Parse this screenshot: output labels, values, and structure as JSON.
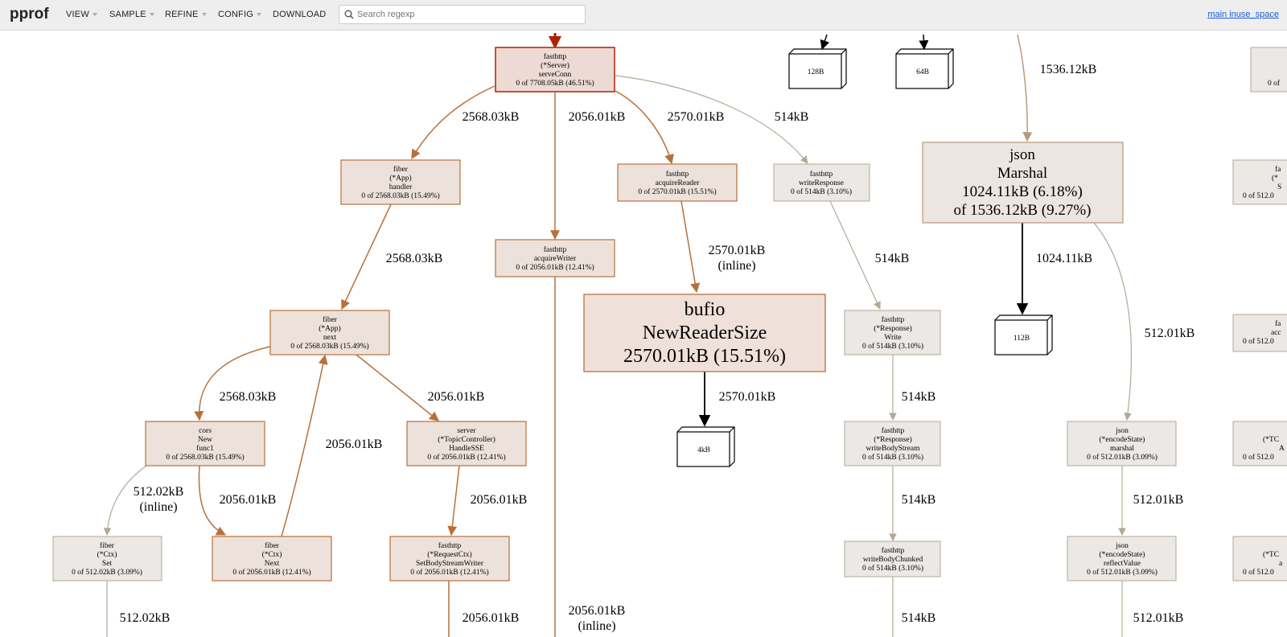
{
  "app": {
    "logo": "pprof",
    "menu": [
      {
        "label": "VIEW",
        "dropdown": true
      },
      {
        "label": "SAMPLE",
        "dropdown": true
      },
      {
        "label": "REFINE",
        "dropdown": true
      },
      {
        "label": "CONFIG",
        "dropdown": true
      },
      {
        "label": "DOWNLOAD",
        "dropdown": false
      }
    ],
    "search_placeholder": "Search regexp",
    "profile_label": "main inuse_space"
  },
  "graph": {
    "nodes": {
      "serveConn": {
        "lines": [
          "fasthttp",
          "(*Server)",
          "serveConn",
          "0 of 7708.05kB (46.51%)"
        ]
      },
      "handler": {
        "lines": [
          "fiber",
          "(*App)",
          "handler",
          "0 of 2568.03kB (15.49%)"
        ]
      },
      "acquireReader": {
        "lines": [
          "fasthttp",
          "acquireReader",
          "0 of 2570.01kB (15.51%)"
        ]
      },
      "writeResponse": {
        "lines": [
          "fasthttp",
          "writeResponse",
          "0 of 514kB (3.10%)"
        ]
      },
      "acquireWriter": {
        "lines": [
          "fasthttp",
          "acquireWriter",
          "0 of 2056.01kB (12.41%)"
        ]
      },
      "appNext": {
        "lines": [
          "fiber",
          "(*App)",
          "next",
          "0 of 2568.03kB (15.49%)"
        ]
      },
      "bufio": {
        "lines": [
          "bufio",
          "NewReaderSize",
          "2570.01kB (15.51%)"
        ]
      },
      "respWrite": {
        "lines": [
          "fasthttp",
          "(*Response)",
          "Write",
          "0 of 514kB (3.10%)"
        ]
      },
      "jsonMarshal": {
        "lines": [
          "json",
          "Marshal",
          "1024.11kB (6.18%)",
          "of 1536.12kB (9.27%)"
        ]
      },
      "cors": {
        "lines": [
          "cors",
          "New",
          "func1",
          "0 of 2568.03kB (15.49%)"
        ]
      },
      "handleSSE": {
        "lines": [
          "server",
          "(*TopicController)",
          "HandleSSE",
          "0 of 2056.01kB (12.41%)"
        ]
      },
      "writeBodyStream": {
        "lines": [
          "fasthttp",
          "(*Response)",
          "writeBodyStream",
          "0 of 514kB (3.10%)"
        ]
      },
      "encMarshal": {
        "lines": [
          "json",
          "(*encodeState)",
          "marshal",
          "0 of 512.01kB (3.09%)"
        ]
      },
      "ctxSet": {
        "lines": [
          "fiber",
          "(*Ctx)",
          "Set",
          "0 of 512.02kB (3.09%)"
        ]
      },
      "ctxNext": {
        "lines": [
          "fiber",
          "(*Ctx)",
          "Next",
          "0 of 2056.01kB (12.41%)"
        ]
      },
      "setBodyStream": {
        "lines": [
          "fasthttp",
          "(*RequestCtx)",
          "SetBodyStreamWriter",
          "0 of 2056.01kB (12.41%)"
        ]
      },
      "writeBodyChunked": {
        "lines": [
          "fasthttp",
          "writeBodyChunked",
          "0 of 514kB (3.10%)"
        ]
      },
      "reflectValue": {
        "lines": [
          "json",
          "(*encodeState)",
          "reflectValue",
          "0 of 512.01kB (3.09%)"
        ]
      },
      "edgeR1": {
        "lines": [
          "0 of"
        ]
      },
      "edgeR2": {
        "lines": [
          "fa",
          "(*",
          "S",
          "0 of 512.0"
        ]
      },
      "edgeR3": {
        "lines": [
          "fa",
          "acc",
          "0 of 512.0"
        ]
      },
      "edgeR4": {
        "lines": [
          "(*TC",
          "A",
          "0 of 512.0"
        ]
      },
      "edgeR5": {
        "lines": [
          "(*TC",
          "a",
          "0 of 512.0"
        ]
      }
    },
    "blocks": {
      "b128": "128B",
      "b64": "64B",
      "b4k": "4kB",
      "b112": "112B"
    },
    "edges": {
      "e1": {
        "label": [
          "2568.03kB"
        ]
      },
      "e2": {
        "label": [
          "2056.01kB"
        ]
      },
      "e3": {
        "label": [
          "2570.01kB"
        ]
      },
      "e4": {
        "label": [
          "514kB"
        ]
      },
      "e5": {
        "label": [
          "1536.12kB"
        ]
      },
      "e6": {
        "label": [
          "2568.03kB"
        ]
      },
      "e7": {
        "label": [
          "2570.01kB",
          "(inline)"
        ]
      },
      "e8": {
        "label": [
          "514kB"
        ]
      },
      "e9": {
        "label": [
          "1024.11kB"
        ]
      },
      "e10": {
        "label": [
          "512.01kB"
        ]
      },
      "e11": {
        "label": [
          "2568.03kB"
        ]
      },
      "e12": {
        "label": [
          "2056.01kB"
        ]
      },
      "e13": {
        "label": [
          "2056.01kB"
        ]
      },
      "e14": {
        "label": [
          "2570.01kB"
        ]
      },
      "e15": {
        "label": [
          "514kB"
        ]
      },
      "e16": {
        "label": [
          "512.02kB",
          "(inline)"
        ]
      },
      "e17": {
        "label": [
          "2056.01kB"
        ]
      },
      "e18": {
        "label": [
          "2056.01kB"
        ]
      },
      "e19": {
        "label": [
          "514kB"
        ]
      },
      "e20": {
        "label": [
          "512.01kB"
        ]
      },
      "e21": {
        "label": [
          "512.02kB"
        ]
      },
      "e22": {
        "label": [
          "2056.01kB"
        ]
      },
      "e23": {
        "label": [
          "2056.01kB",
          "(inline)"
        ]
      },
      "e24": {
        "label": [
          "514kB"
        ]
      },
      "e25": {
        "label": [
          "512.01kB"
        ]
      }
    }
  }
}
